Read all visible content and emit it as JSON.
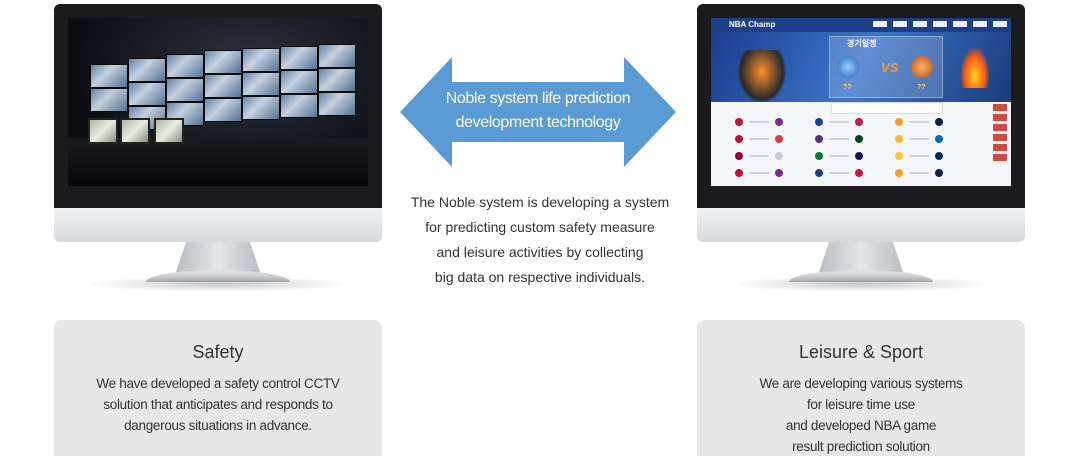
{
  "center": {
    "arrow_text": [
      "Noble system life prediction",
      "development technology"
    ],
    "arrow_color": "#5b9bd5",
    "description": [
      "The Noble system is developing a system",
      "for predicting custom safety measure",
      "and leisure activities by collecting",
      "big data on respective individuals."
    ]
  },
  "left_monitor": {
    "screen": "cctv-control-room-photo"
  },
  "right_monitor": {
    "screen": "nba-champ-website",
    "site_title": "NBA Champ",
    "hero_title": "경기일정",
    "vs_text": "VS",
    "unknown_score": "??"
  },
  "cards": [
    {
      "title": "Safety",
      "lines": [
        "We have developed a safety control CCTV",
        "solution that anticipates and responds to",
        "dangerous situations in advance."
      ]
    },
    {
      "title": "Leisure & Sport",
      "lines": [
        "We are developing various systems",
        "for leisure time use",
        "and developed NBA game",
        "result prediction solution"
      ]
    }
  ],
  "colors": {
    "card_bg": "#e7e7e8",
    "text": "#333333",
    "nba_blue": "#1c3f86"
  }
}
